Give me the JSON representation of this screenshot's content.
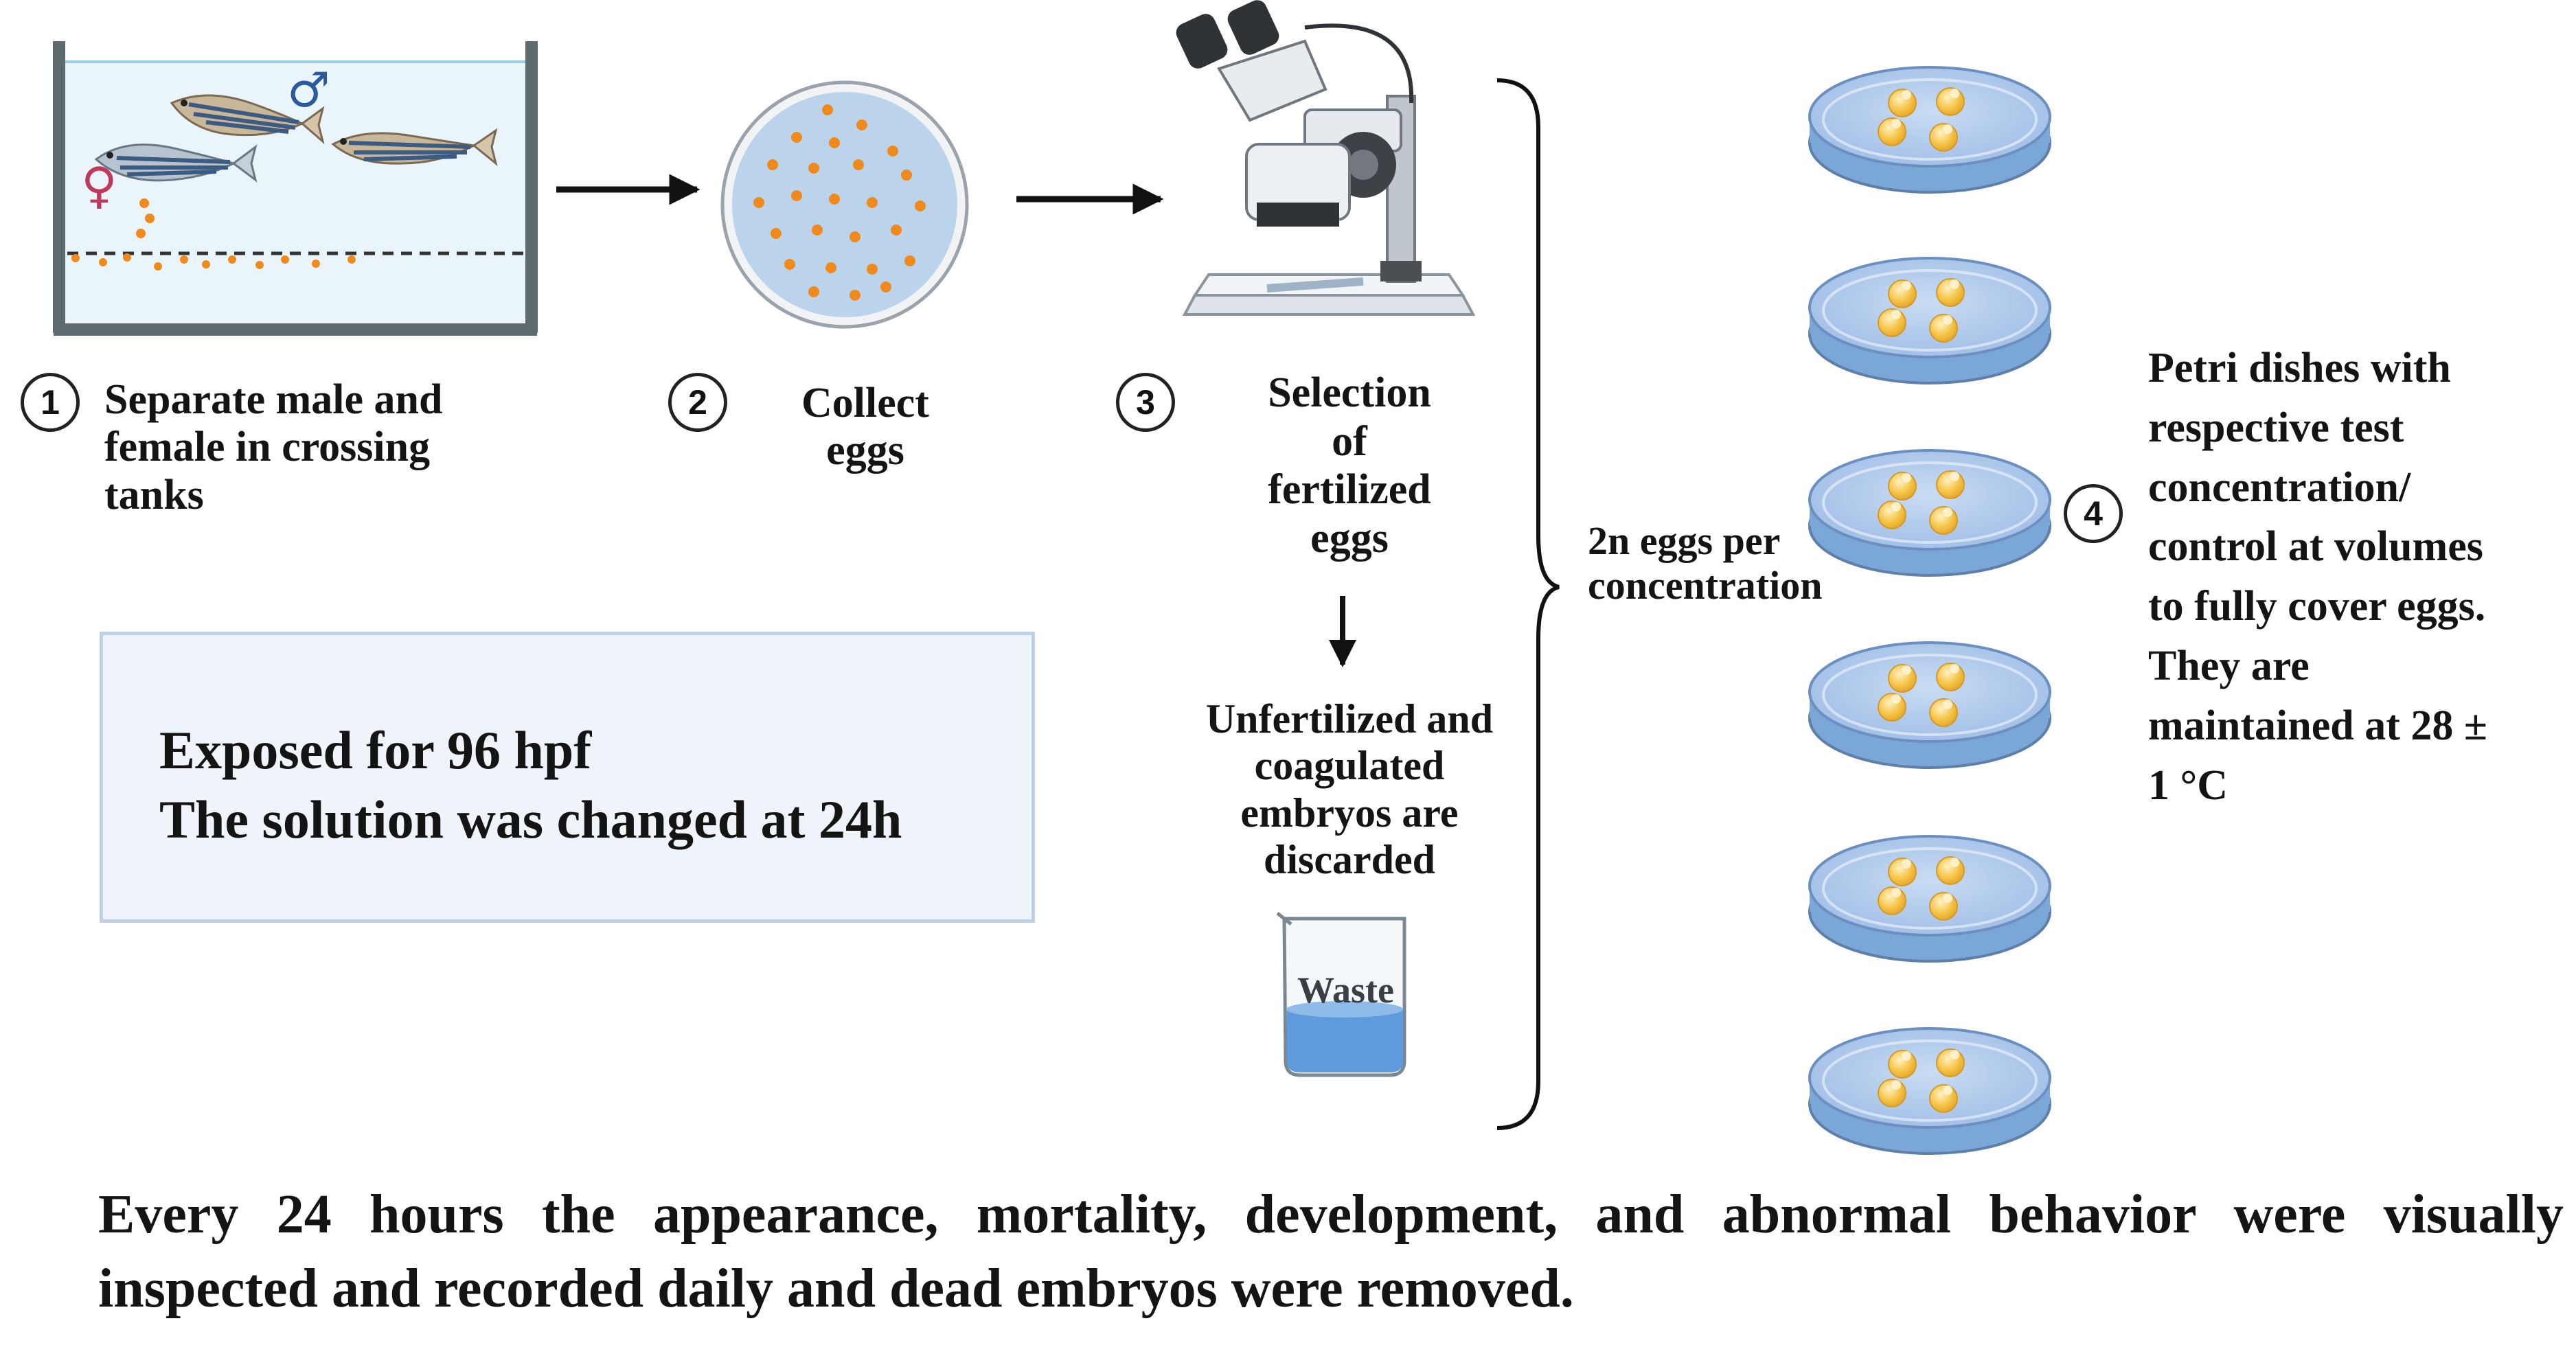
{
  "steps": [
    {
      "number": "1",
      "lines": [
        "Separate male and",
        "female in crossing",
        "tanks"
      ]
    },
    {
      "number": "2",
      "lines": [
        "Collect",
        "eggs"
      ]
    },
    {
      "number": "3",
      "lines": [
        "Selection",
        "of",
        "fertilized",
        "eggs"
      ]
    },
    {
      "number": "4",
      "lines": [
        "Petri dishes with",
        "respective test",
        "concentration/",
        "control at volumes",
        "to fully cover eggs.",
        "They are",
        "maintained at 28 ±",
        "1 °C"
      ]
    }
  ],
  "discard_note": [
    "Unfertilized and",
    "coagulated",
    "embryos are",
    "discarded"
  ],
  "waste_label": "Waste",
  "eggs_per_concentration": [
    "2n eggs per",
    "concentration"
  ],
  "exposure_box": {
    "line1": "Exposed for 96 hpf",
    "line2": "The solution was changed at 24h"
  },
  "footer": {
    "line1": "Every 24 hours the appearance, mortality, development, and abnormal behavior were visually",
    "line2": "inspected and recorded daily and dead embryos were removed."
  },
  "symbols": {
    "male": "♂",
    "female": "♀"
  },
  "colors": {
    "egg_orange": "#f08a1c",
    "dish_blue": "#8bb8e6",
    "tank_water": "#eaf5fb",
    "fish_female": "#b7c4cf",
    "fish_male": "#c9b79a",
    "yolk": "#f6c344"
  }
}
